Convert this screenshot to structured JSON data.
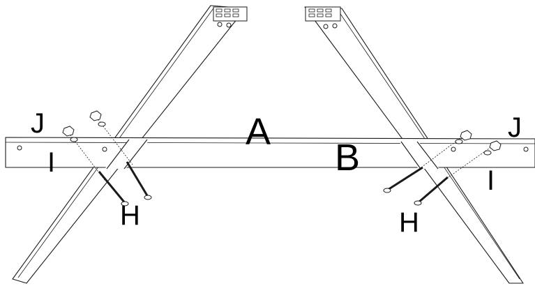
{
  "diagram": {
    "labels": {
      "part_a": "A",
      "part_b": "B",
      "bolt_left": "H",
      "bolt_right": "H",
      "washer_left": "I",
      "washer_right": "I",
      "nut_left": "J",
      "nut_right": "J"
    },
    "colors": {
      "line": "#1a1a1a",
      "background": "#ffffff"
    }
  }
}
